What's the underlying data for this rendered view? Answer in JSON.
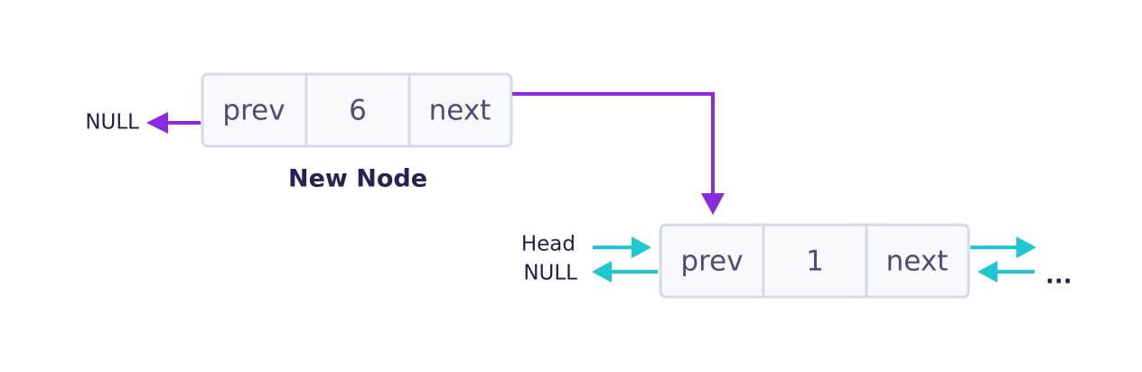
{
  "new_node": {
    "prev_label": "prev",
    "value": "6",
    "next_label": "next",
    "caption": "New Node",
    "null_label": "NULL"
  },
  "head_node": {
    "prev_label": "prev",
    "value": "1",
    "next_label": "next",
    "head_label": "Head",
    "null_label": "NULL",
    "continuation": "..."
  },
  "colors": {
    "new_pointer": "#8a2be2",
    "list_pointer": "#1cc8d1",
    "cell_fill": "#f7f9fd",
    "cell_border": "#d4dbe4",
    "text": "#4d4c78",
    "label": "#1e1f4d"
  }
}
